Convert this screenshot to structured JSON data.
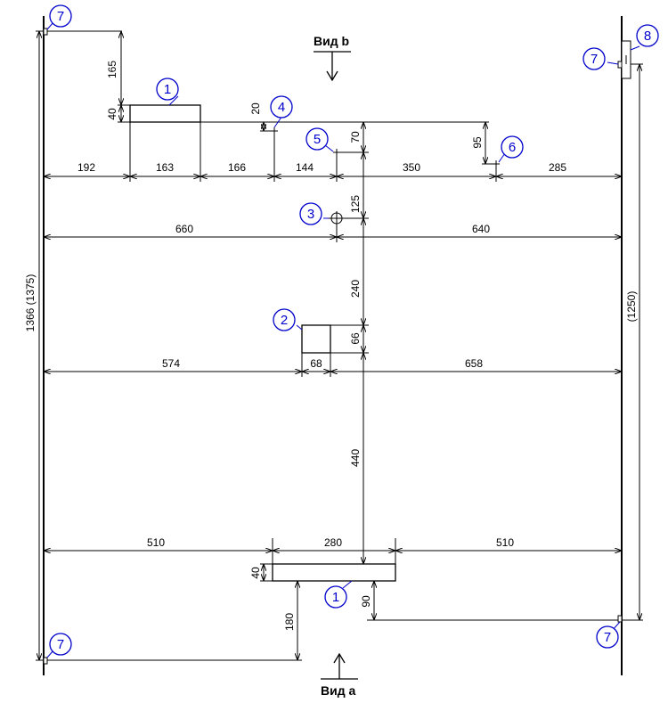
{
  "views": {
    "top": "Вид b",
    "bottom": "Вид a"
  },
  "callouts": {
    "c1_top": "1",
    "c1_bottom": "1",
    "c2": "2",
    "c3": "3",
    "c4": "4",
    "c5": "5",
    "c6": "6",
    "c7_tl": "7",
    "c7_tr": "7",
    "c7_bl": "7",
    "c7_br": "7",
    "c8": "8"
  },
  "dims": {
    "d165": "165",
    "d40_top": "40",
    "d20": "20",
    "d70": "70",
    "d95": "95",
    "d192": "192",
    "d163": "163",
    "d166": "166",
    "d144": "144",
    "d350": "350",
    "d285": "285",
    "d125": "125",
    "d660": "660",
    "d640": "640",
    "d1366": "1366 (1375)",
    "d1250": "(1250)",
    "d240": "240",
    "d66": "66",
    "d574": "574",
    "d68": "68",
    "d658": "658",
    "d440": "440",
    "d510_left": "510",
    "d280": "280",
    "d510_right": "510",
    "d40_bottom": "40",
    "d90": "90",
    "d180": "180"
  },
  "colors": {
    "line": "#000000",
    "callout": "#0000cc"
  }
}
